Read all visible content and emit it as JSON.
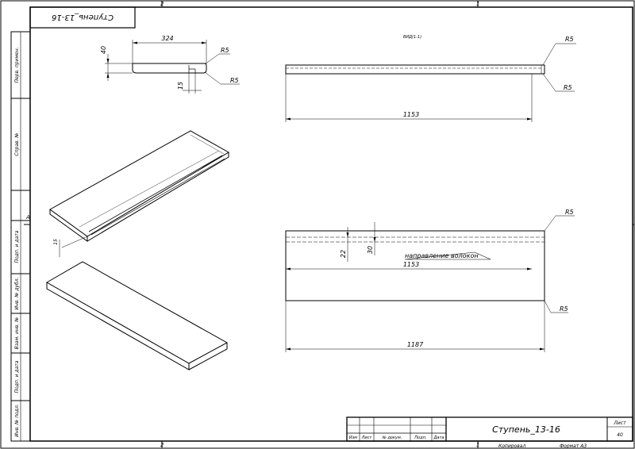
{
  "sheet": {
    "zone_top_left": "2",
    "zone_top_right": "1",
    "zone_bottom_left": "2",
    "zone_bottom_right": "1",
    "zone_side": "A",
    "rotated_designation": "Ступень_13-16"
  },
  "side_stamps": [
    "Перв. примен.",
    "Справ. №",
    "Подп. и дата",
    "Инв. № дубл.",
    "Взам. инв. №",
    "Подп. и дата",
    "Инв. № подл."
  ],
  "note_top": "ВИД(1:1)",
  "dimensions": {
    "section_width": "324",
    "section_height": "40",
    "section_rebate": "15",
    "radius_label": "R5",
    "top_length": "1153",
    "front_length_inner": "1153",
    "front_length_total": "1187",
    "groove_depth_22": "22",
    "groove_depth_30": "30",
    "iso_thickness": "15"
  },
  "grain_direction": "направление волокон",
  "title_block": {
    "title": "Ступень_13-16",
    "sheet_label": "Лист",
    "sheet_number": "40",
    "col_change": "Изм",
    "col_sheet": "Лист",
    "col_doc": "№ докум.",
    "col_sign": "Подп.",
    "col_date": "Дата",
    "copied": "Копировал",
    "format": "Формат А3"
  }
}
